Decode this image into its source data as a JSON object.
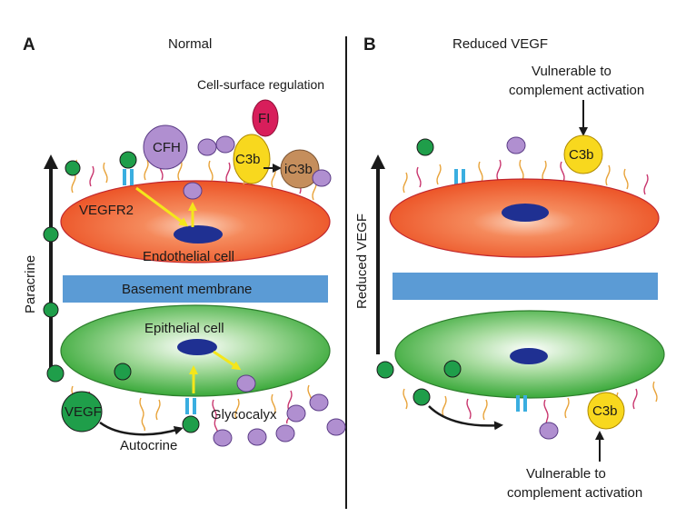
{
  "panel_a": {
    "letter": "A",
    "title": "Normal",
    "cell_surface_regulation": "Cell-surface regulation",
    "fi": "FI",
    "cfh": "CFH",
    "c3b": "C3b",
    "ic3b": "iC3b",
    "vegfr2": "VEGFR2",
    "endothelial_cell": "Endothelial cell",
    "basement_membrane": "Basement membrane",
    "epithelial_cell": "Epithelial cell",
    "paracrine": "Paracrine",
    "vegf": "VEGF",
    "autocrine": "Autocrine",
    "glycocalyx": "Glycocalyx"
  },
  "panel_b": {
    "letter": "B",
    "title": "Reduced VEGF",
    "vulnerable_top_line1": "Vulnerable to",
    "vulnerable_top_line2": "complement activation",
    "c3b_top": "C3b",
    "reduced_vegf_side": "Reduced VEGF",
    "c3b_bottom": "C3b",
    "vulnerable_bottom_line1": "Vulnerable to",
    "vulnerable_bottom_line2": "complement activation"
  },
  "colors": {
    "endothelial_center": "#f7b9a0",
    "endothelial_edge": "#ee5a2c",
    "epithelial_center": "#ffffff",
    "epithelial_edge": "#3fae3f",
    "nucleus": "#1f3092",
    "basement_membrane": "#5b9bd5",
    "vegf_green": "#1f9e4a",
    "glycocalyx_purple": "#b08fd0",
    "c3b_yellow": "#f8d81e",
    "fi_red": "#d81e5b",
    "ic3b_brown": "#c58e5c",
    "receptor_blue": "#3aaee0",
    "arrow_yellow": "#f4e61b"
  }
}
